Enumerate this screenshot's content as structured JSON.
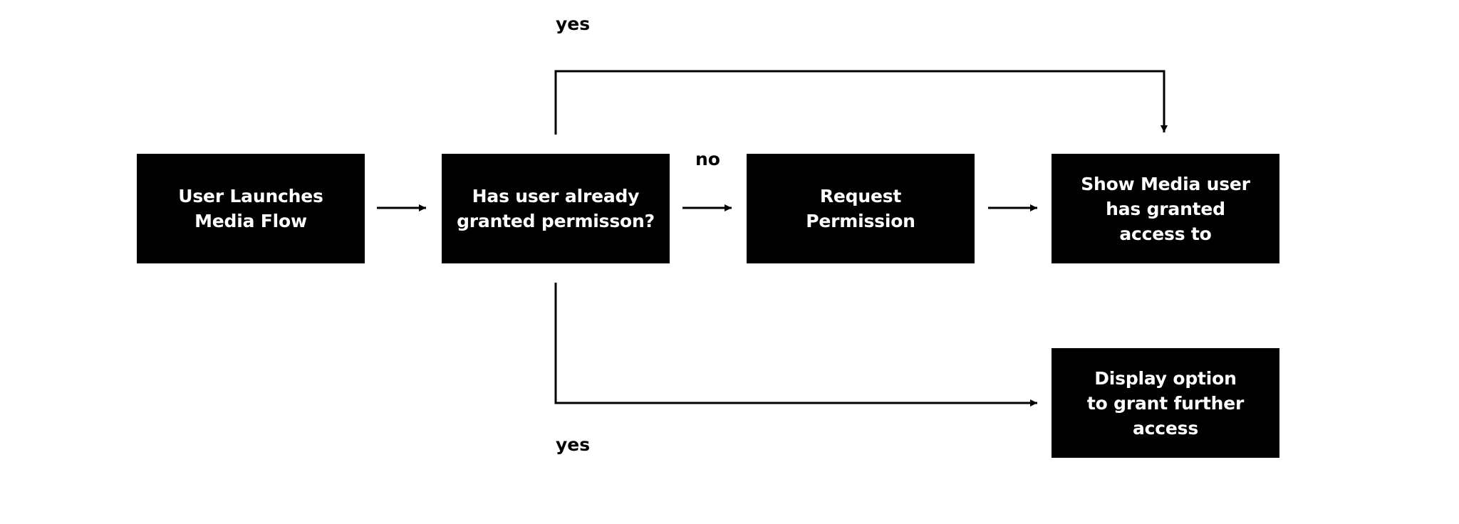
{
  "nodes": {
    "launch": "User Launches\nMedia Flow",
    "check": "Has user already\ngranted permisson?",
    "request": "Request\nPermission",
    "show": "Show Media user\nhas granted\naccess to",
    "display": "Display option\nto grant further\naccess"
  },
  "edge_labels": {
    "yes_top": "yes",
    "no": "no",
    "yes_bottom": "yes"
  },
  "colors": {
    "node_fill": "#000000",
    "node_text": "#ffffff",
    "line": "#000000"
  }
}
